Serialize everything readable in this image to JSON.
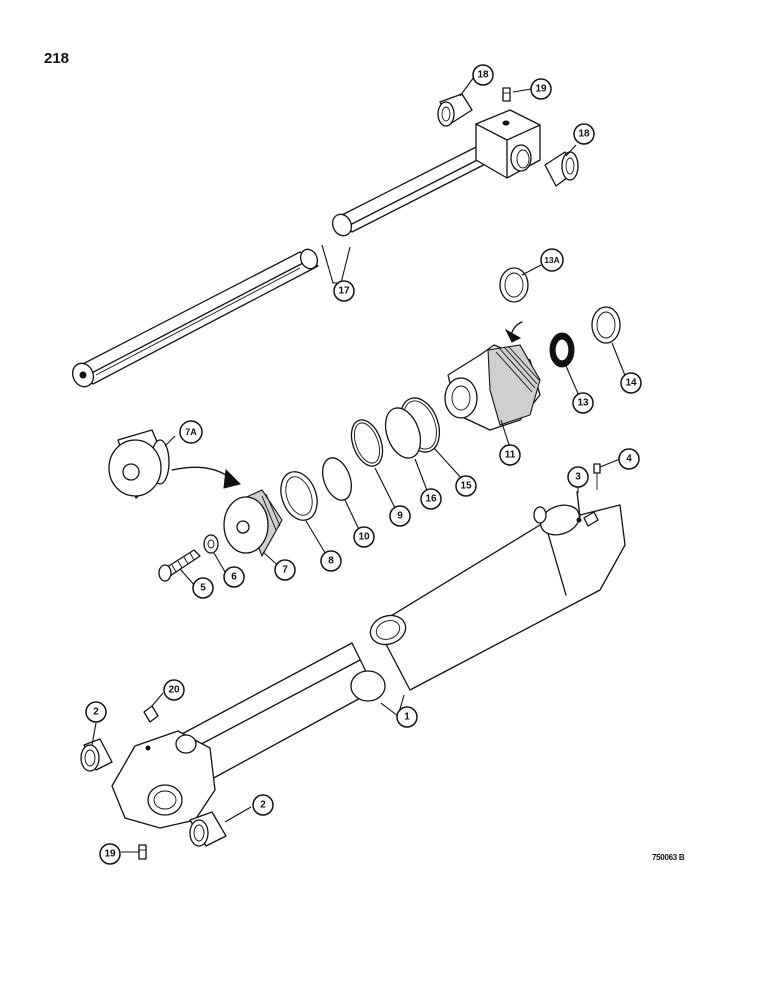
{
  "page": {
    "page_number": "218",
    "drawing_number": "750063 B"
  },
  "callouts": [
    {
      "id": "c18a",
      "label": "18"
    },
    {
      "id": "c19a",
      "label": "19"
    },
    {
      "id": "c18b",
      "label": "18"
    },
    {
      "id": "c17",
      "label": "17"
    },
    {
      "id": "c13a",
      "label": "13A"
    },
    {
      "id": "c14",
      "label": "14"
    },
    {
      "id": "c13",
      "label": "13"
    },
    {
      "id": "c11",
      "label": "11"
    },
    {
      "id": "c15",
      "label": "15"
    },
    {
      "id": "c16",
      "label": "16"
    },
    {
      "id": "c9",
      "label": "9"
    },
    {
      "id": "c10",
      "label": "10"
    },
    {
      "id": "c8",
      "label": "8"
    },
    {
      "id": "c7a",
      "label": "7A"
    },
    {
      "id": "c7",
      "label": "7"
    },
    {
      "id": "c6",
      "label": "6"
    },
    {
      "id": "c5",
      "label": "5"
    },
    {
      "id": "c4",
      "label": "4"
    },
    {
      "id": "c3",
      "label": "3"
    },
    {
      "id": "c1",
      "label": "1"
    },
    {
      "id": "c2a",
      "label": "2"
    },
    {
      "id": "c20",
      "label": "20"
    },
    {
      "id": "c2b",
      "label": "2"
    },
    {
      "id": "c19b",
      "label": "19"
    }
  ]
}
